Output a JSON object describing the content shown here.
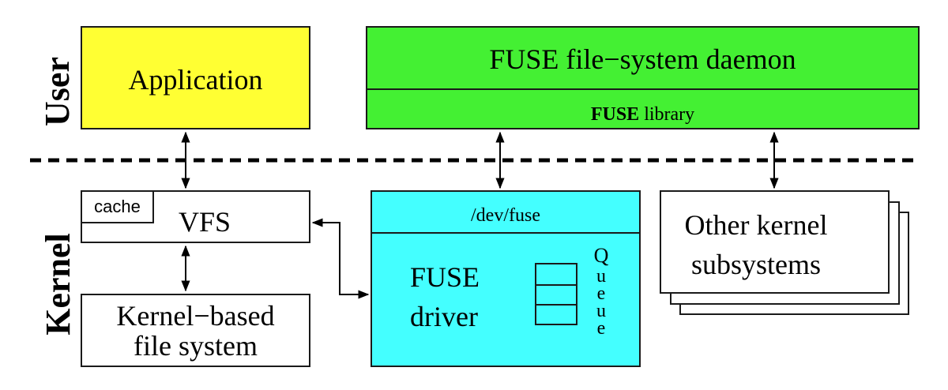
{
  "colors": {
    "application": "#ffff33",
    "daemon": "#44f033",
    "driver": "#44ffff",
    "plain": "#ffffff",
    "line": "#1a1a1a"
  },
  "layers": {
    "user": "User",
    "kernel": "Kernel"
  },
  "boxes": {
    "application": "Application",
    "daemon": "FUSE file−system daemon",
    "library_bold": "FUSE",
    "library_rest": " library",
    "vfs": "VFS",
    "cache": "cache",
    "kernel_fs_line1": "Kernel−based",
    "kernel_fs_line2": "file system",
    "dev_fuse": "/dev/fuse",
    "driver_line1": "FUSE",
    "driver_line2": "driver",
    "queue_label": [
      "Q",
      "u",
      "e",
      "u",
      "e"
    ],
    "other_line1": "Other kernel",
    "other_line2": "subsystems"
  }
}
